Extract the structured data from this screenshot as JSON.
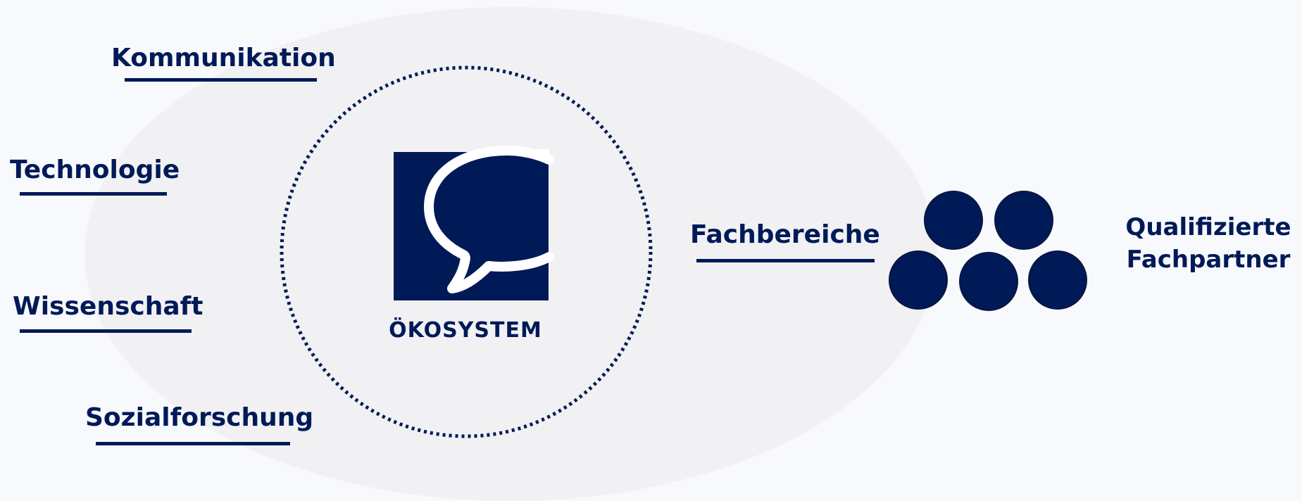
{
  "colors": {
    "background": "#f8f9fc",
    "ellipse": "#f1f1f3",
    "navy": "#001a57",
    "white": "#ffffff"
  },
  "fields": {
    "kommunikation": "Kommunikation",
    "technologie": "Technologie",
    "wissenschaft": "Wissenschaft",
    "sozialforschung": "Sozialforschung"
  },
  "center": {
    "caption": "ÖKOSYSTEM",
    "icon": "speech-bubble-icon"
  },
  "fachbereiche": "Fachbereiche",
  "partners": {
    "line1": "Qualifizierte",
    "line2": "Fachpartner",
    "node_count": 5,
    "node_icon": "partner-node"
  }
}
